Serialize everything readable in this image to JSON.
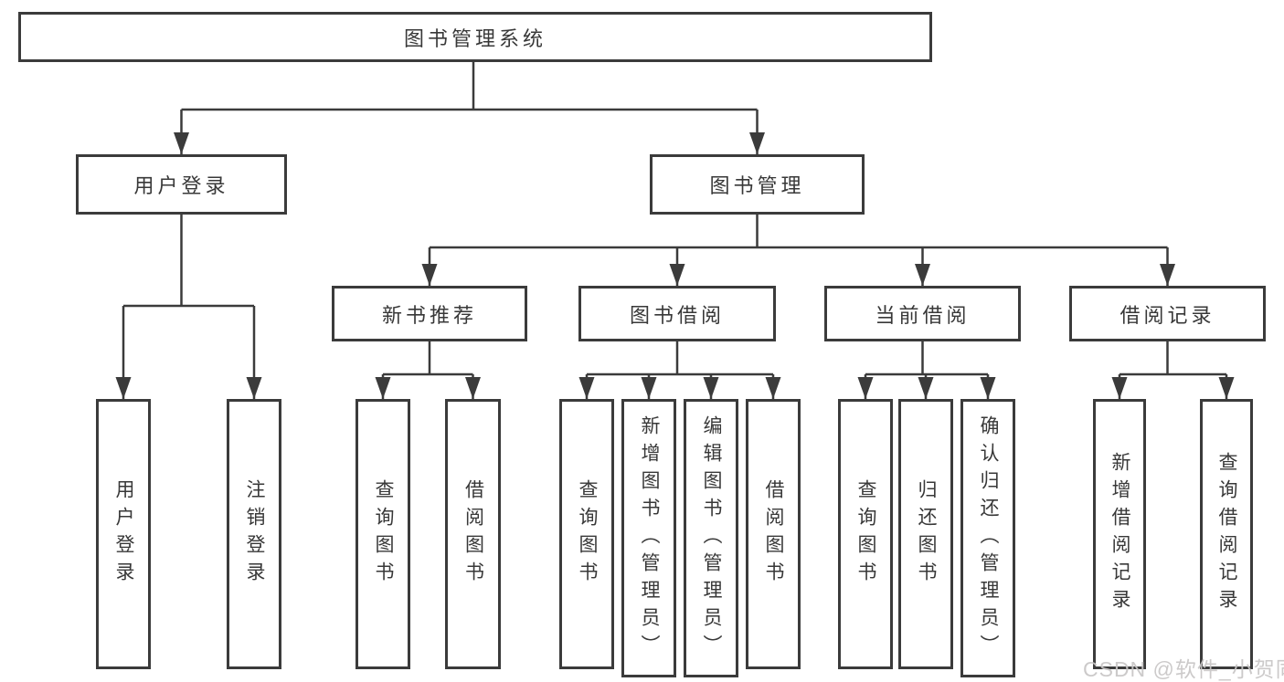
{
  "tree": {
    "root": {
      "label": "图书管理系统"
    },
    "branches": [
      {
        "label": "用户登录",
        "children": [
          {
            "label": "用户登录"
          },
          {
            "label": "注销登录"
          }
        ]
      },
      {
        "label": "图书管理",
        "children": [
          {
            "label": "新书推荐",
            "children": [
              {
                "label": "查询图书"
              },
              {
                "label": "借阅图书"
              }
            ]
          },
          {
            "label": "图书借阅",
            "children": [
              {
                "label": "查询图书"
              },
              {
                "label": "新增图书（管理员）"
              },
              {
                "label": "编辑图书（管理员）"
              },
              {
                "label": "借阅图书"
              }
            ]
          },
          {
            "label": "当前借阅",
            "children": [
              {
                "label": "查询图书"
              },
              {
                "label": "归还图书"
              },
              {
                "label": "确认归还（管理员）"
              }
            ]
          },
          {
            "label": "借阅记录",
            "children": [
              {
                "label": "新增借阅记录"
              },
              {
                "label": "查询借阅记录"
              }
            ]
          }
        ]
      }
    ]
  },
  "watermark": {
    "text": "CSDN @软件_小贺同学"
  },
  "colors": {
    "line": "#3b3b3b",
    "text": "#383838",
    "background": "#ffffff",
    "watermark": "#c8c5c5"
  }
}
